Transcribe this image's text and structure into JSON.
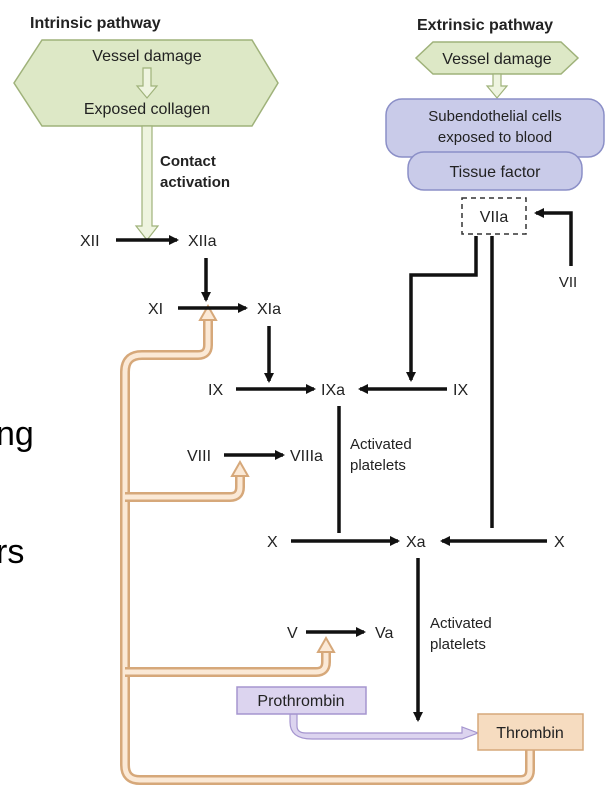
{
  "slide_fragments": [
    "ng",
    "rs"
  ],
  "intrinsic": {
    "title": "Intrinsic pathway",
    "vessel_damage": "Vessel damage",
    "exposed_collagen": "Exposed collagen",
    "contact_line1": "Contact",
    "contact_line2": "activation"
  },
  "extrinsic": {
    "title": "Extrinsic pathway",
    "vessel_damage": "Vessel damage",
    "subendo_line1": "Subendothelial cells",
    "subendo_line2": "exposed to blood",
    "tissue_factor": "Tissue factor",
    "viia": "VIIa",
    "vii": "VII"
  },
  "factors": {
    "xii": "XII",
    "xiia": "XIIa",
    "xi": "XI",
    "xia": "XIa",
    "ix_left": "IX",
    "ixa": "IXa",
    "ix_right": "IX",
    "viii": "VIII",
    "viiia": "VIIIa",
    "x_left": "X",
    "xa": "Xa",
    "x_right": "X",
    "v": "V",
    "va": "Va",
    "prothrombin": "Prothrombin",
    "thrombin": "Thrombin"
  },
  "labels": {
    "activated_platelets_1_line1": "Activated",
    "activated_platelets_1_line2": "platelets",
    "activated_platelets_2_line1": "Activated",
    "activated_platelets_2_line2": "platelets"
  },
  "colors": {
    "green_fill": "#dde8c6",
    "green_stroke": "#9fb27a",
    "blue_fill": "#c9cbe9",
    "blue_stroke": "#8b8fc7",
    "tan_fill": "#f6dcc0",
    "tan_stroke": "#d6a87a",
    "purple_fill": "#dcd4ef",
    "purple_stroke": "#a595cf"
  }
}
